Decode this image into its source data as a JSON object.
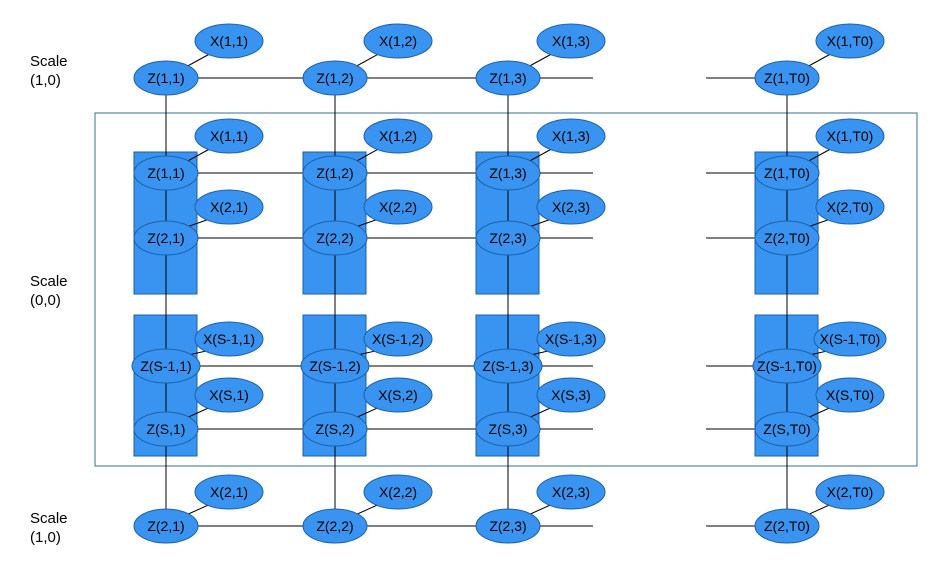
{
  "scale_labels": {
    "top": {
      "line1": "Scale",
      "line2": "(1,0)"
    },
    "middle": {
      "line1": "Scale",
      "line2": "(0,0)"
    },
    "bottom": {
      "line1": "Scale",
      "line2": "(1,0)"
    }
  },
  "colors": {
    "node_fill": "#3894f0",
    "node_stroke": "#1d5fa8",
    "rect_fill": "#3894f0",
    "line": "#000000",
    "frame": "#3a6f93"
  },
  "top_row": {
    "z": [
      "Z(1,1)",
      "Z(1,2)",
      "Z(1,3)",
      "Z(1,T0)"
    ],
    "x": [
      "X(1,1)",
      "X(1,2)",
      "X(1,3)",
      "X(1,T0)"
    ]
  },
  "mid_row1": {
    "z": [
      "Z(1,1)",
      "Z(1,2)",
      "Z(1,3)",
      "Z(1,T0)"
    ],
    "x": [
      "X(1,1)",
      "X(1,2)",
      "X(1,3)",
      "X(1,T0)"
    ]
  },
  "mid_row2": {
    "z": [
      "Z(2,1)",
      "Z(2,2)",
      "Z(2,3)",
      "Z(2,T0)"
    ],
    "x": [
      "X(2,1)",
      "X(2,2)",
      "X(2,3)",
      "X(2,T0)"
    ]
  },
  "mid_row3": {
    "z": [
      "Z(S-1,1)",
      "Z(S-1,2)",
      "Z(S-1,3)",
      "Z(S-1,T0)"
    ],
    "x": [
      "X(S-1,1)",
      "X(S-1,2)",
      "X(S-1,3)",
      "X(S-1,T0)"
    ]
  },
  "mid_row4": {
    "z": [
      "Z(S,1)",
      "Z(S,2)",
      "Z(S,3)",
      "Z(S,T0)"
    ],
    "x": [
      "X(S,1)",
      "X(S,2)",
      "X(S,3)",
      "X(S,T0)"
    ]
  },
  "bottom_row": {
    "z": [
      "Z(2,1)",
      "Z(2,2)",
      "Z(2,3)",
      "Z(2,T0)"
    ],
    "x": [
      "X(2,1)",
      "X(2,2)",
      "X(2,3)",
      "X(2,T0)"
    ]
  }
}
